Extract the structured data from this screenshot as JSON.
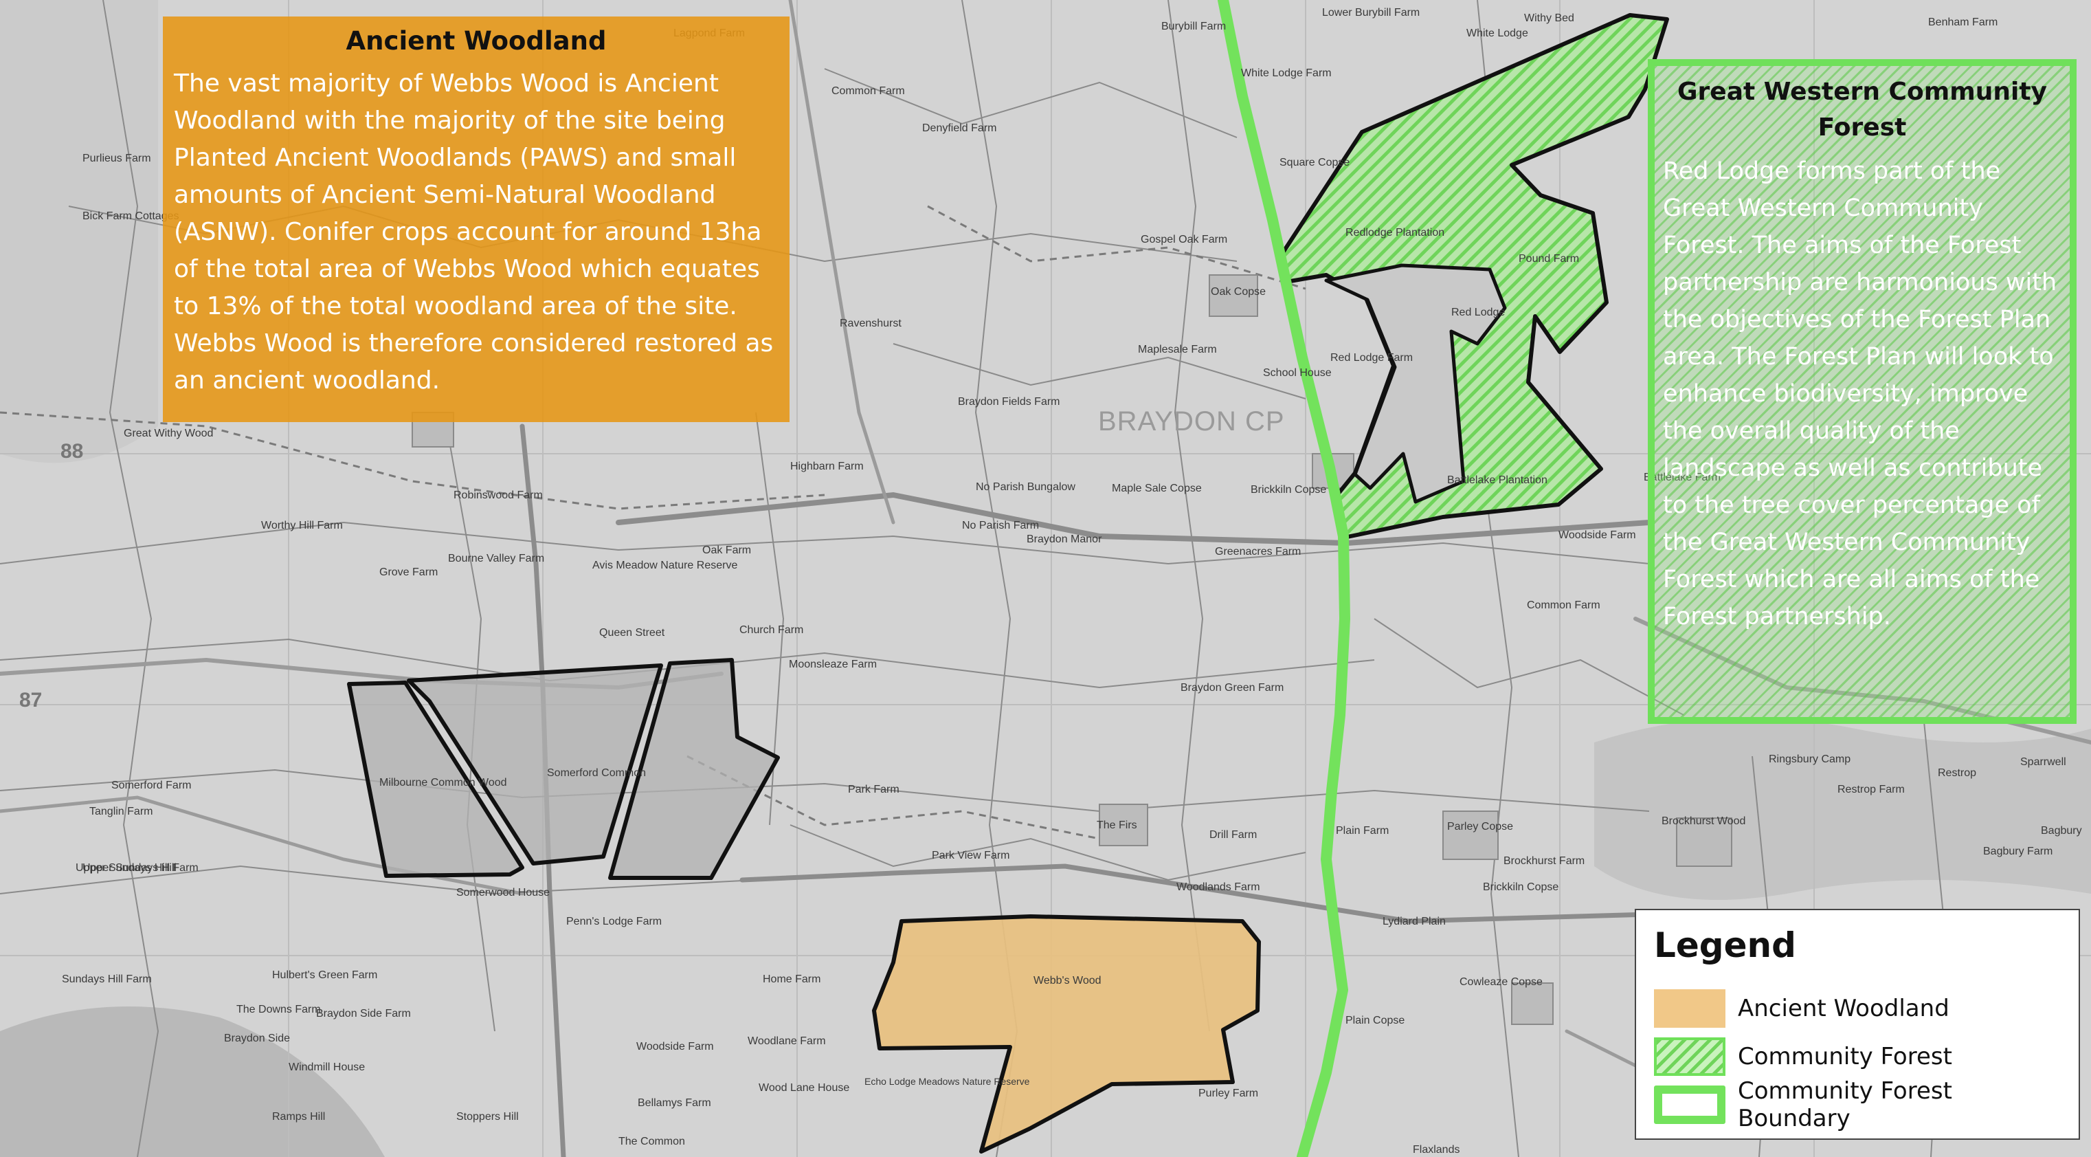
{
  "ancient_woodland_panel": {
    "title": "Ancient Woodland",
    "body": "The vast majority of Webbs Wood is Ancient Woodland with the majority of the site being Planted Ancient Woodlands (PAWS) and small amounts of Ancient Semi-Natural Woodland (ASNW).  Conifer crops account for around 13ha of the total area of Webbs Wood which equates to 13% of the total woodland area of the site. Webbs Wood is therefore considered restored as an ancient woodland."
  },
  "community_forest_panel": {
    "title": "Great Western Community Forest",
    "body": "Red Lodge forms part of the Great Western Community Forest. The aims of the Forest partnership are harmonious with the objectives of the Forest Plan area. The Forest Plan will look to enhance biodiversity, improve the overall quality of the landscape as well as contribute to the tree cover percentage of the Great Western Community Forest which are all aims of the Forest partnership."
  },
  "legend": {
    "title": "Legend",
    "items": [
      {
        "label": "Ancient Woodland",
        "swatch": "ancient-woodland-fill",
        "color": "#f1c888"
      },
      {
        "label": "Community Forest",
        "swatch": "community-forest-hatch",
        "color": "#6fd45a"
      },
      {
        "label": "Community Forest Boundary",
        "swatch": "community-forest-boundary-line",
        "color": "#73e25c"
      }
    ]
  },
  "map": {
    "area_label": "BRAYDON CP",
    "grid_labels": [
      "88",
      "87"
    ],
    "place_labels": [
      "Purlieus Farm",
      "Bick Farm Cottages",
      "Great Withy Wood",
      "Worthy Hill Farm",
      "Robinswood Farm",
      "Grove Farm",
      "Bourne Valley Farm",
      "Avis Meadow Nature Reserve",
      "Oak Farm",
      "Queen Street",
      "Church Farm",
      "Moonsleaze Farm",
      "Milbourne Common Wood",
      "Somerford Common",
      "Somerford Farm",
      "Tanglin Farm",
      "Upper Sundays Hill Farm",
      "Somerwood House",
      "Penn's Lodge Farm",
      "Hulbert's Green Farm",
      "The Downs Farm",
      "Braydon Side Farm",
      "Braydon Side",
      "Sundays Hill Farm",
      "Windmill House",
      "Ramps Hill",
      "Stoppers Hill",
      "The Common",
      "Bellamys Farm",
      "Woodside Farm",
      "Woodlane Farm",
      "Wood Lane House",
      "Home Farm",
      "Echo Lodge Meadows Nature Reserve",
      "Webb's Wood",
      "Park View Farm",
      "Park Farm",
      "Woodlands Farm",
      "Drill Farm",
      "The Firs",
      "Purley Farm",
      "Braydon Green Farm",
      "Greenacres Farm",
      "Maple Sale Copse",
      "Brickkiln Copse",
      "No Parish Bungalow",
      "No Parish Farm",
      "Braydon Manor",
      "Braydon Fields Farm",
      "Maplesale Farm",
      "School House",
      "Red Lodge Farm",
      "Red Lodge",
      "Battlelake Plantation",
      "Ravenshurst",
      "Gospel Oak Farm",
      "Oak Copse",
      "Redlodge Plantation",
      "Denyfield Farm",
      "Common Farm",
      "Burybill Farm",
      "White Lodge Farm",
      "Square Copse",
      "Lower Burybill Farm",
      "White Lodge",
      "Withy Bed",
      "Benham Farm",
      "Pound Farm",
      "Battlelake Farm",
      "Woodside Farm",
      "Common Farm",
      "Plain Farm",
      "Parley Copse",
      "Brockhurst Farm",
      "Brickkiln Copse",
      "Brockhurst Wood",
      "Restrop Farm",
      "Restrop",
      "Ringsbury Camp",
      "Bagbury Farm",
      "Lydiard Plain",
      "Cowleaze Copse",
      "Plain Copse",
      "Flaxlands",
      "Upper Sundays Hill",
      "Bagbury",
      "Sparrwell",
      "Highbarn Farm",
      "Lagpond Farm"
    ]
  }
}
